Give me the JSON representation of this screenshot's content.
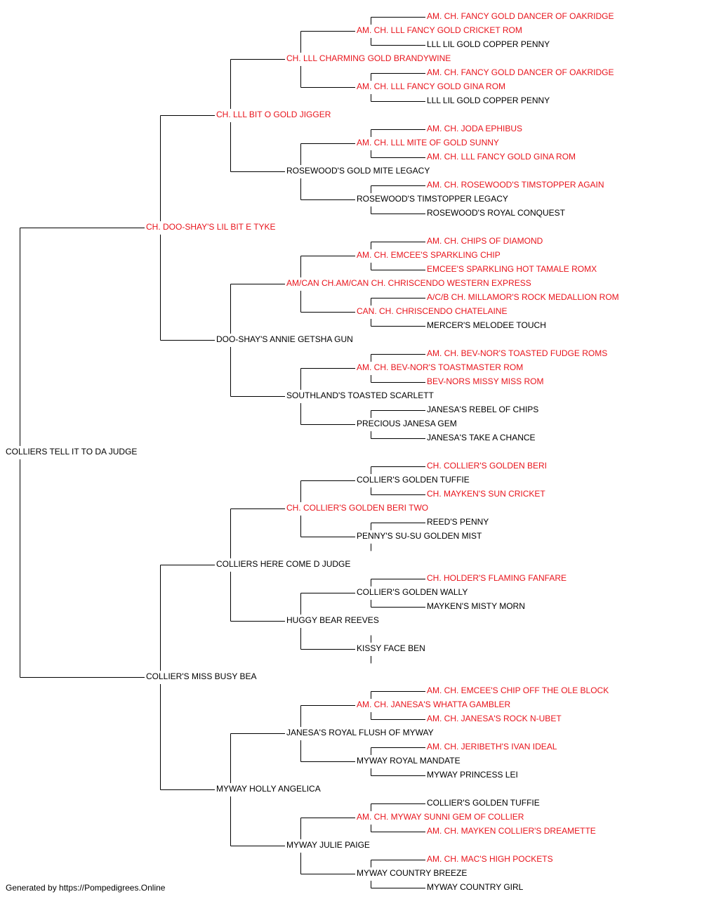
{
  "colors": {
    "champion": "#e8141c",
    "regular": "#000000",
    "line": "#000000"
  },
  "pedigree": [
    {
      "name": "COLLIERS TELL IT TO DA JUDGE",
      "gen": 0,
      "row": 32,
      "champion": false
    },
    {
      "name": "CH. DOO-SHAY'S LIL BIT E TYKE",
      "gen": 1,
      "row": 16,
      "champion": true
    },
    {
      "name": "COLLIER'S MISS BUSY BEA",
      "gen": 1,
      "row": 48,
      "champion": false
    },
    {
      "name": "CH. LLL BIT O GOLD JIGGER",
      "gen": 2,
      "row": 8,
      "champion": true
    },
    {
      "name": "DOO-SHAY'S ANNIE GETSHA GUN",
      "gen": 2,
      "row": 24,
      "champion": false
    },
    {
      "name": "COLLIERS HERE COME D JUDGE",
      "gen": 2,
      "row": 40,
      "champion": false
    },
    {
      "name": "MYWAY HOLLY ANGELICA",
      "gen": 2,
      "row": 56,
      "champion": false
    },
    {
      "name": "CH. LLL CHARMING GOLD BRANDYWINE",
      "gen": 3,
      "row": 4,
      "champion": true
    },
    {
      "name": "ROSEWOOD'S GOLD MITE LEGACY",
      "gen": 3,
      "row": 12,
      "champion": false
    },
    {
      "name": "AM/CAN CH.AM/CAN CH. CHRISCENDO WESTERN EXPRESS",
      "gen": 3,
      "row": 20,
      "champion": true
    },
    {
      "name": "SOUTHLAND'S TOASTED SCARLETT",
      "gen": 3,
      "row": 28,
      "champion": false
    },
    {
      "name": "CH. COLLIER'S GOLDEN BERI TWO",
      "gen": 3,
      "row": 36,
      "champion": true
    },
    {
      "name": "HUGGY BEAR REEVES",
      "gen": 3,
      "row": 44,
      "champion": false
    },
    {
      "name": "JANESA'S ROYAL FLUSH OF MYWAY",
      "gen": 3,
      "row": 52,
      "champion": false
    },
    {
      "name": "MYWAY JULIE PAIGE",
      "gen": 3,
      "row": 60,
      "champion": false
    },
    {
      "name": "AM. CH. LLL FANCY GOLD CRICKET ROM",
      "gen": 4,
      "row": 2,
      "champion": true
    },
    {
      "name": "AM. CH. LLL FANCY GOLD GINA ROM",
      "gen": 4,
      "row": 6,
      "champion": true
    },
    {
      "name": "AM. CH. LLL MITE OF GOLD SUNNY",
      "gen": 4,
      "row": 10,
      "champion": true
    },
    {
      "name": "ROSEWOOD'S TIMSTOPPER LEGACY",
      "gen": 4,
      "row": 14,
      "champion": false
    },
    {
      "name": "AM. CH. EMCEE'S SPARKLING CHIP",
      "gen": 4,
      "row": 18,
      "champion": true
    },
    {
      "name": "CAN. CH. CHRISCENDO CHATELAINE",
      "gen": 4,
      "row": 22,
      "champion": true
    },
    {
      "name": "AM. CH. BEV-NOR'S TOASTMASTER ROM",
      "gen": 4,
      "row": 26,
      "champion": true
    },
    {
      "name": "PRECIOUS JANESA GEM",
      "gen": 4,
      "row": 30,
      "champion": false
    },
    {
      "name": "COLLIER'S GOLDEN TUFFIE",
      "gen": 4,
      "row": 34,
      "champion": false
    },
    {
      "name": "PENNY'S SU-SU GOLDEN MIST",
      "gen": 4,
      "row": 38,
      "champion": false
    },
    {
      "name": "COLLIER'S GOLDEN WALLY",
      "gen": 4,
      "row": 42,
      "champion": false
    },
    {
      "name": "KISSY FACE BEN",
      "gen": 4,
      "row": 46,
      "champion": false
    },
    {
      "name": "AM. CH. JANESA'S WHATTA GAMBLER",
      "gen": 4,
      "row": 50,
      "champion": true
    },
    {
      "name": "MYWAY ROYAL MANDATE",
      "gen": 4,
      "row": 54,
      "champion": false
    },
    {
      "name": "AM. CH. MYWAY SUNNI GEM OF COLLIER",
      "gen": 4,
      "row": 58,
      "champion": true
    },
    {
      "name": "MYWAY COUNTRY BREEZE",
      "gen": 4,
      "row": 62,
      "champion": false
    },
    {
      "name": "AM. CH. FANCY GOLD DANCER OF OAKRIDGE",
      "gen": 5,
      "row": 1,
      "champion": true
    },
    {
      "name": "LLL LIL GOLD COPPER PENNY",
      "gen": 5,
      "row": 3,
      "champion": false
    },
    {
      "name": "AM. CH. FANCY GOLD DANCER OF OAKRIDGE",
      "gen": 5,
      "row": 5,
      "champion": true
    },
    {
      "name": "LLL LIL GOLD COPPER PENNY",
      "gen": 5,
      "row": 7,
      "champion": false
    },
    {
      "name": "AM. CH. JODA EPHIBUS",
      "gen": 5,
      "row": 9,
      "champion": true
    },
    {
      "name": "AM. CH. LLL FANCY GOLD GINA ROM",
      "gen": 5,
      "row": 11,
      "champion": true
    },
    {
      "name": "AM. CH. ROSEWOOD'S TIMSTOPPER AGAIN",
      "gen": 5,
      "row": 13,
      "champion": true
    },
    {
      "name": "ROSEWOOD'S ROYAL CONQUEST",
      "gen": 5,
      "row": 15,
      "champion": false
    },
    {
      "name": "AM. CH. CHIPS OF DIAMOND",
      "gen": 5,
      "row": 17,
      "champion": true
    },
    {
      "name": "EMCEE'S SPARKLING HOT TAMALE ROMX",
      "gen": 5,
      "row": 19,
      "champion": true
    },
    {
      "name": "A/C/B CH. MILLAMOR'S ROCK MEDALLION ROM",
      "gen": 5,
      "row": 21,
      "champion": true
    },
    {
      "name": "MERCER'S MELODEE TOUCH",
      "gen": 5,
      "row": 23,
      "champion": false
    },
    {
      "name": "AM. CH. BEV-NOR'S TOASTED FUDGE ROMS",
      "gen": 5,
      "row": 25,
      "champion": true
    },
    {
      "name": "BEV-NORS MISSY MISS ROM",
      "gen": 5,
      "row": 27,
      "champion": true
    },
    {
      "name": "JANESA'S REBEL OF CHIPS",
      "gen": 5,
      "row": 29,
      "champion": false
    },
    {
      "name": "JANESA'S TAKE A CHANCE",
      "gen": 5,
      "row": 31,
      "champion": false
    },
    {
      "name": "CH. COLLIER'S GOLDEN BERI",
      "gen": 5,
      "row": 33,
      "champion": true
    },
    {
      "name": "CH. MAYKEN'S SUN CRICKET",
      "gen": 5,
      "row": 35,
      "champion": true
    },
    {
      "name": "REED'S PENNY",
      "gen": 5,
      "row": 37,
      "champion": false
    },
    {
      "name": "",
      "gen": 5,
      "row": 39,
      "champion": false
    },
    {
      "name": "CH. HOLDER'S FLAMING FANFARE",
      "gen": 5,
      "row": 41,
      "champion": true
    },
    {
      "name": "MAYKEN'S MISTY MORN",
      "gen": 5,
      "row": 43,
      "champion": false
    },
    {
      "name": "",
      "gen": 5,
      "row": 45,
      "champion": false
    },
    {
      "name": "",
      "gen": 5,
      "row": 47,
      "champion": false
    },
    {
      "name": "AM. CH. EMCEE'S CHIP OFF THE OLE BLOCK",
      "gen": 5,
      "row": 49,
      "champion": true
    },
    {
      "name": "AM. CH. JANESA'S ROCK N-UBET",
      "gen": 5,
      "row": 51,
      "champion": true
    },
    {
      "name": "AM. CH. JERIBETH'S IVAN IDEAL",
      "gen": 5,
      "row": 53,
      "champion": true
    },
    {
      "name": "MYWAY PRINCESS LEI",
      "gen": 5,
      "row": 55,
      "champion": false
    },
    {
      "name": "COLLIER'S GOLDEN TUFFIE",
      "gen": 5,
      "row": 57,
      "champion": false
    },
    {
      "name": "AM. CH. MAYKEN COLLIER'S DREAMETTE",
      "gen": 5,
      "row": 59,
      "champion": true
    },
    {
      "name": "AM. CH. MAC'S HIGH POCKETS",
      "gen": 5,
      "row": 61,
      "champion": true
    },
    {
      "name": "MYWAY COUNTRY GIRL",
      "gen": 5,
      "row": 63,
      "champion": false
    }
  ],
  "footer": "Generated by https://Pompedigrees.Online"
}
